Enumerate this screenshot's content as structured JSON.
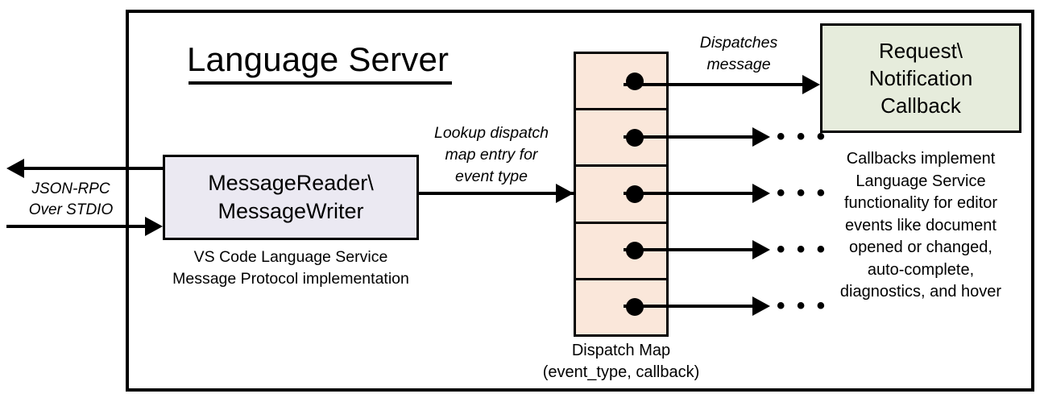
{
  "diagram": {
    "title": "Language Server",
    "nodes": {
      "message_rw": {
        "line1": "MessageReader\\",
        "line2": "MessageWriter",
        "caption_line1": "VS Code Language Service",
        "caption_line2": "Message Protocol implementation",
        "fill_color": "#ebe9f2"
      },
      "dispatch_map": {
        "caption_line1": "Dispatch Map",
        "caption_line2": "(event_type, callback)",
        "fill_color": "#fae7da",
        "cell_count": 5,
        "ellipsis": "• • •"
      },
      "callback": {
        "line1": "Request\\",
        "line2": "Notification",
        "line3": "Callback",
        "fill_color": "#e6ecdc",
        "caption_line1": "Callbacks implement",
        "caption_line2": "Language Service",
        "caption_line3": "functionality for editor",
        "caption_line4": "events like document",
        "caption_line5": "opened or changed,",
        "caption_line6": "auto-complete,",
        "caption_line7": "diagnostics, and hover"
      }
    },
    "edges": {
      "transport": {
        "line1": "JSON-RPC",
        "line2": "Over STDIO"
      },
      "lookup": {
        "line1": "Lookup dispatch",
        "line2": "map entry for",
        "line3": "event type"
      },
      "dispatch": {
        "line1": "Dispatches",
        "line2": "message"
      }
    },
    "stroke_color": "#000000",
    "background_color": "#ffffff"
  }
}
